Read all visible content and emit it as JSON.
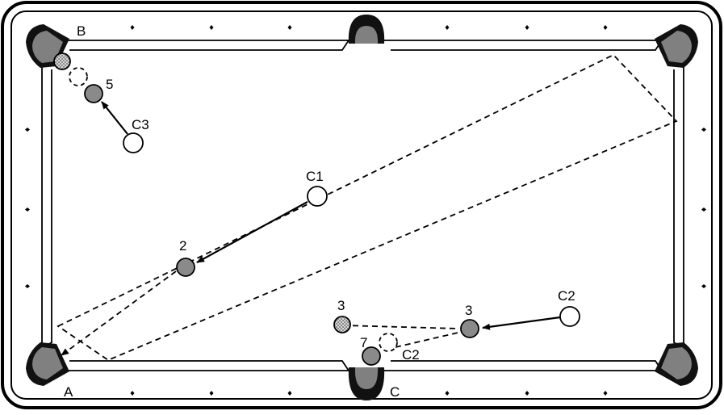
{
  "colors": {
    "background": "#ffffff",
    "outline": "#000000",
    "pocket_dark": "#111111",
    "pocket_fill": "#808080",
    "object_ball": "#8a8a8a",
    "cue_ball": "#ffffff",
    "checkered_ball": "#bbbbbb"
  },
  "labels": {
    "pocket_a": "A",
    "pocket_b": "B",
    "pocket_c": "C",
    "cue_1": "C1",
    "cue_2": "C2",
    "cue_2_ghost": "C2",
    "cue_3": "C3",
    "ball_2": "2",
    "ball_3": "3",
    "ball_3_checkered": "3",
    "ball_5": "5",
    "ball_7": "7"
  }
}
